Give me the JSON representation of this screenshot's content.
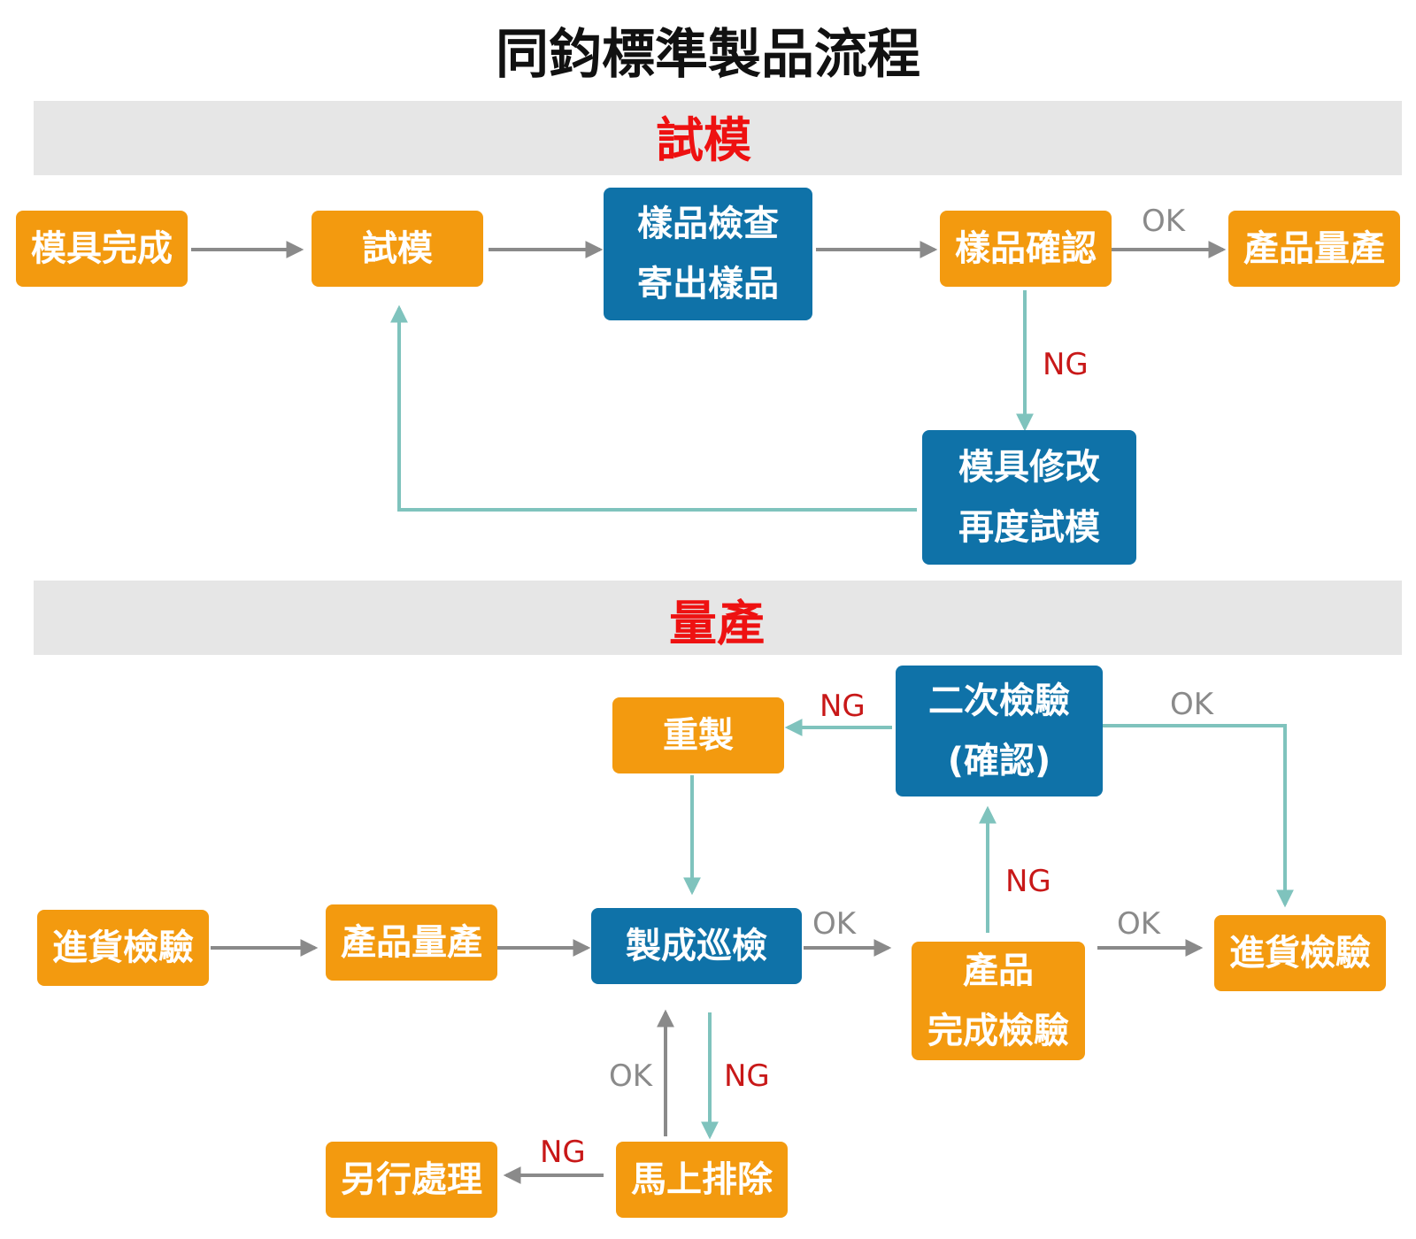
{
  "title": "同鈞標準製品流程",
  "sections": {
    "trial": "試模",
    "mass": "量產"
  },
  "nodes": {
    "mold_done": "模具完成",
    "trial_mold": "試模",
    "sample_check_1": "樣品檢查",
    "sample_check_2": "寄出樣品",
    "sample_confirm": "樣品確認",
    "product_mass_1": "產品量產",
    "mold_modify_1": "模具修改",
    "mold_modify_2": "再度試模",
    "incoming_1": "進貨檢驗",
    "product_mass_2": "產品量產",
    "patrol": "製成巡檢",
    "final_1": "產品",
    "final_2": "完成檢驗",
    "incoming_2": "進貨檢驗",
    "remake": "重製",
    "second_1": "二次檢驗",
    "second_2": "(確認)",
    "fix_now": "馬上排除",
    "other": "另行處理"
  },
  "edge_labels": {
    "ok_confirm": "OK",
    "ng_confirm": "NG",
    "ng_remake": "NG",
    "ok_second": "OK",
    "ng_final": "NG",
    "ok_patrol": "OK",
    "ok_final": "OK",
    "ok_fix": "OK",
    "ng_patrol": "NG",
    "ng_other": "NG"
  },
  "colors": {
    "orange": "#f39a0f",
    "blue": "#0f72a8",
    "gray_arrow": "#8a8a8a",
    "teal_arrow": "#7fc3bd",
    "section_text": "#ee1111",
    "ng_text": "#c81818"
  }
}
